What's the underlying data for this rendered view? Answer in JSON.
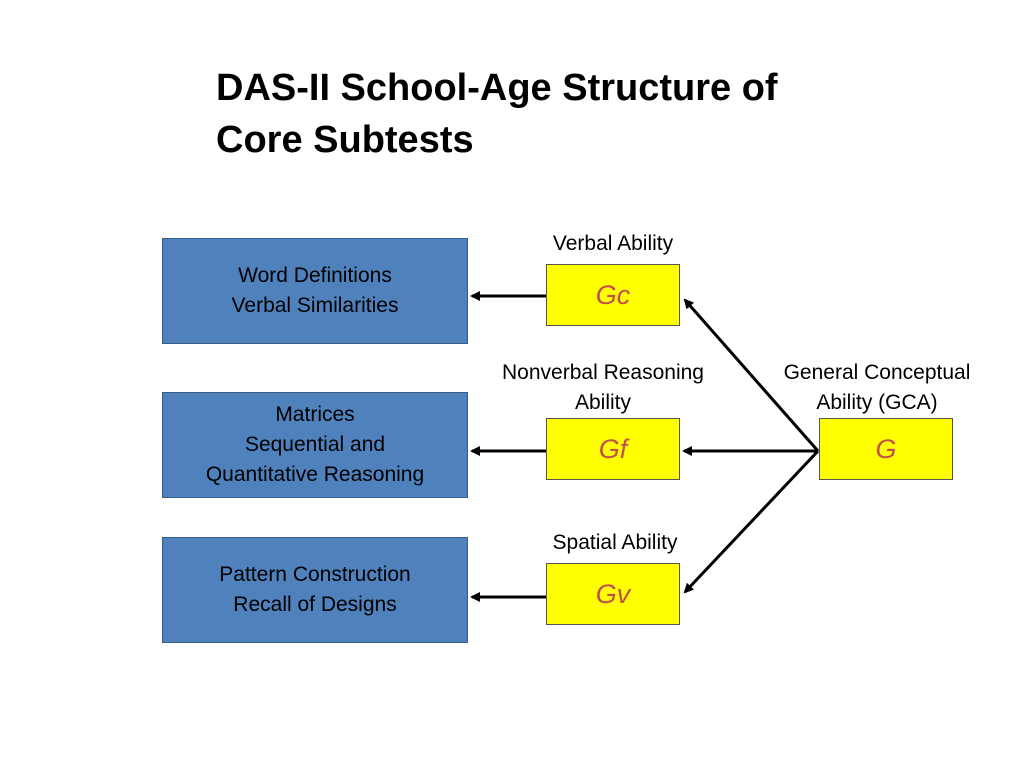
{
  "title": {
    "line1": "DAS-II School-Age Structure of",
    "line2": "Core Subtests"
  },
  "subtest_groups": [
    {
      "lines": [
        "Word Definitions",
        "Verbal Similarities"
      ]
    },
    {
      "lines": [
        "Matrices",
        "Sequential and",
        "Quantitative Reasoning"
      ]
    },
    {
      "lines": [
        "Pattern Construction",
        "Recall of Designs"
      ]
    }
  ],
  "abilities": {
    "gc": {
      "symbol": "Gc",
      "label": [
        "Verbal Ability"
      ]
    },
    "gf": {
      "symbol": "Gf",
      "label": [
        "Nonverbal Reasoning",
        "Ability"
      ]
    },
    "gv": {
      "symbol": "Gv",
      "label": [
        "Spatial Ability"
      ]
    },
    "g": {
      "symbol": "G",
      "label": [
        "General Conceptual",
        "Ability (GCA)"
      ]
    }
  },
  "colors": {
    "subtest_fill": "#4f81bd",
    "ability_fill": "#ffff00",
    "symbol_text": "#c0504d",
    "arrow": "#000000"
  }
}
